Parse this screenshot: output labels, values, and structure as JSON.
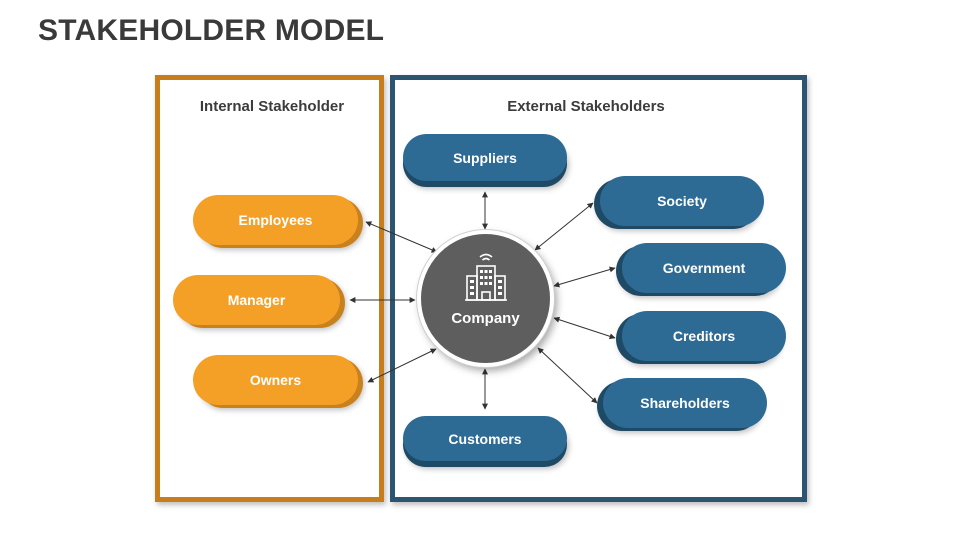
{
  "title": "STAKEHOLDER MODEL",
  "internal": {
    "heading": "Internal Stakeholder",
    "items": [
      "Employees",
      "Manager",
      "Owners"
    ]
  },
  "external": {
    "heading": "External Stakeholders",
    "items": [
      "Suppliers",
      "Society",
      "Government",
      "Creditors",
      "Shareholders",
      "Customers"
    ]
  },
  "center": {
    "label": "Company",
    "icon": "office-building-icon"
  },
  "colors": {
    "internal_border": "#c87d1d",
    "internal_pill": "#f4a026",
    "external_border": "#2b5571",
    "external_pill": "#2e6b94",
    "center": "#5e5e5e"
  }
}
